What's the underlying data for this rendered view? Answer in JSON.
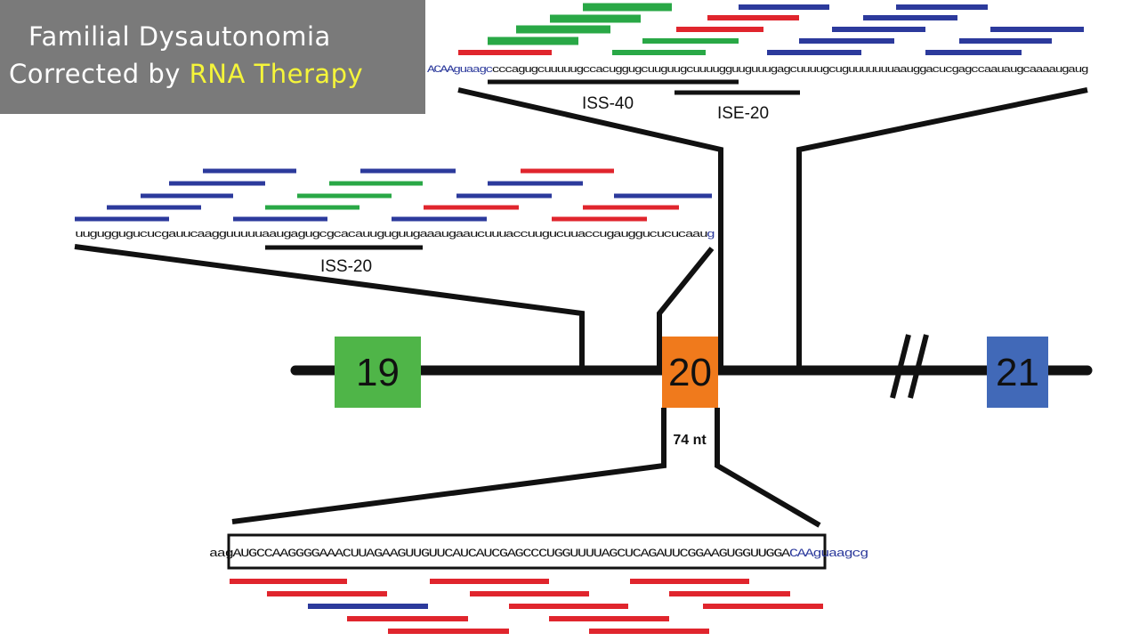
{
  "title": {
    "line1": "Familial  Dysautonomia",
    "line2_prefix": "Corrected by ",
    "line2_highlight": "RNA Therapy"
  },
  "exons": [
    {
      "label": "19",
      "color": "#4fb548"
    },
    {
      "label": "20",
      "color": "#f07a1c"
    },
    {
      "label": "21",
      "color": "#4169b8"
    }
  ],
  "exon20_length": "74 nt",
  "region_labels": {
    "iss40": "ISS-40",
    "ise20": "ISE-20",
    "iss20": "ISS-20"
  },
  "sequences": {
    "upstream_intron": "uuguggugucucgauucaagguuuuuaaugagugcgcacauuguguugaaaugaaucuuuaccuugucuuaccugauggucucucaau",
    "upstream_exon_flank": "g",
    "downstream_exon_flank": "ACAAguaagc",
    "downstream_intron": "cccagugcuuuuugccacuggugcuuguugcuuuugguuguuugagcuuuugcuguuuuuuuaauggacucgagccaauaugcaaaaugaug",
    "exon20_left_flank": "aag",
    "exon20": "AUGCCAAGGGGAAACUUAGAAGUUGUUCAUCAUCGAGCCCUGGUUUUAGCUCAGAUUCGGAAGUGGUUGGA",
    "exon20_right_flank_caps": "CAA",
    "exon20_right_flank": "guaagcg"
  },
  "colors": {
    "backbone": "#111111",
    "red": "#e0252d",
    "blue": "#2c3a9c",
    "green": "#29a846",
    "highlight": "#f5f53a",
    "title_bg": "#7a7a7a"
  }
}
